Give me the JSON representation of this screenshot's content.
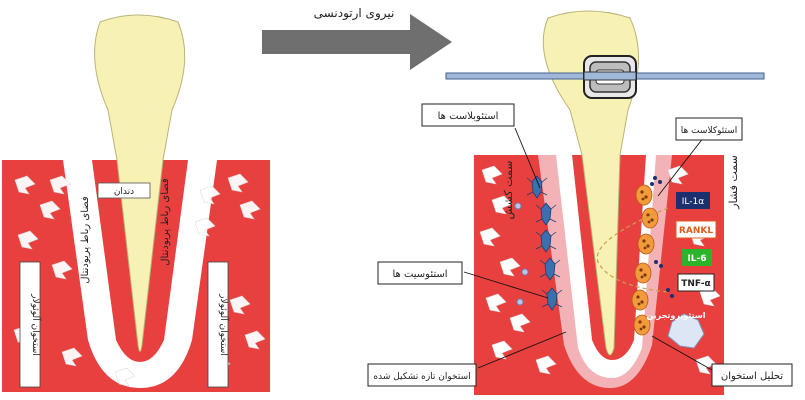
{
  "arrow": {
    "label": "نیروی ارتودنسی",
    "top_label": ""
  },
  "left_panel": {
    "tooth_label": "دندان",
    "ligament_left": "فضای رباط پریودنتال",
    "ligament_right": "فضای رباط پریودنتال",
    "bone_left": "استخوان آلوئولار",
    "bone_right": "استخوان آلوئولار"
  },
  "right_panel": {
    "osteoblasts": "استئوبلاست ها",
    "osteoclasts": "استئوکلاست ها",
    "osteocytes": "استئوسیت ها",
    "new_bone": "استخوان تازه تشکیل شده",
    "bone_resorption": "تحلیل استخوان",
    "tension_side": "سمت کشش",
    "pressure_side": "سمت فشار",
    "markers": [
      "IL-1α",
      "RANKL",
      "IL-6",
      "TNF-α"
    ],
    "osteoprotegerin": "استئوپروتجرین"
  },
  "colors": {
    "bone": "#e8403e",
    "tooth": "#f7f2b3",
    "ligament": "#ffffff",
    "arrow": "#6f6f6f",
    "il1a": "#1c2f6e",
    "rankl": "#e05c1e",
    "il6": "#2bb52b",
    "tnfa": "#222222"
  }
}
